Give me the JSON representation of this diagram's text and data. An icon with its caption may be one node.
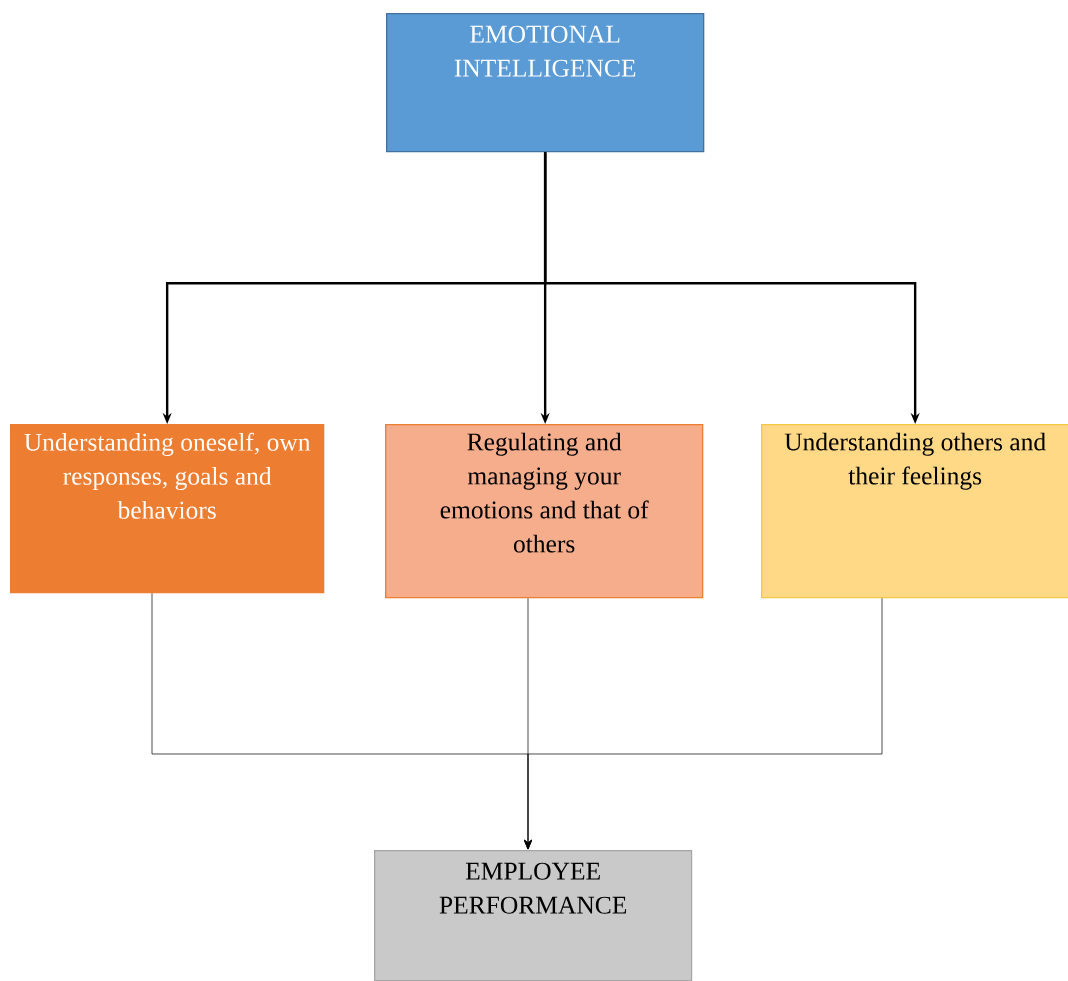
{
  "diagram": {
    "nodes": [
      {
        "text": [
          "EMOTIONAL INTELLIGENCE"
        ]
      },
      {
        "text": [
          "Understanding oneself, own responses, goals and behaviors"
        ]
      },
      {
        "text": [
          "Regulating and managing your emotions and that of others"
        ]
      },
      {
        "text": [
          "Understanding others and their feelings"
        ]
      },
      {
        "text": [
          "EMPLOYEE PERFORMANCE"
        ]
      }
    ],
    "edges": [
      {
        "from": 0,
        "to": 1,
        "arrow": "to",
        "style": "thick"
      },
      {
        "from": 0,
        "to": 2,
        "arrow": "to",
        "style": "thick"
      },
      {
        "from": 0,
        "to": 3,
        "arrow": "to",
        "style": "thick"
      },
      {
        "from": 1,
        "to": 4,
        "arrow": "to"
      },
      {
        "from": 2,
        "to": 4,
        "arrow": "to"
      },
      {
        "from": 3,
        "to": 4,
        "arrow": "to"
      }
    ]
  }
}
